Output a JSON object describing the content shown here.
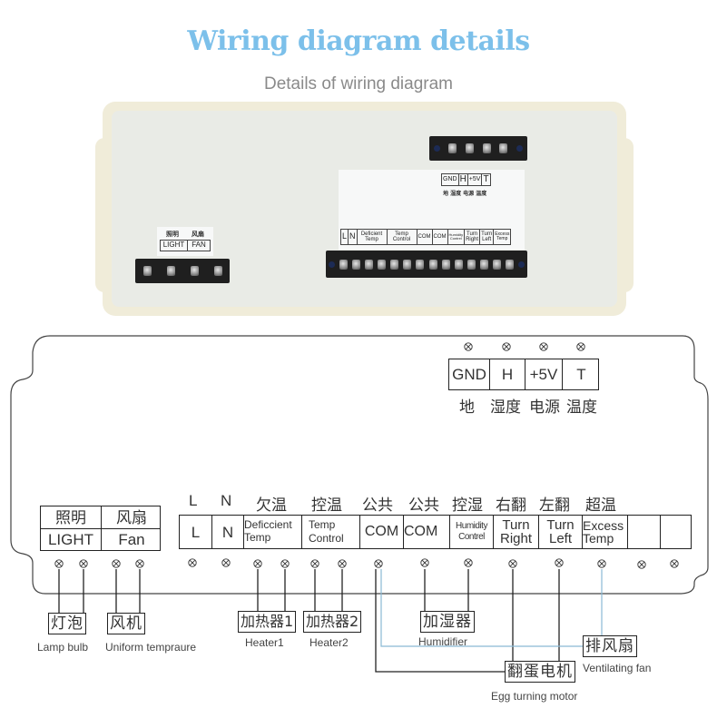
{
  "header": {
    "title": "Wiring diagram details",
    "subtitle": "Details of wiring diagram",
    "title_color": "#7cc0ea",
    "subtitle_color": "#8a8a8a"
  },
  "photo": {
    "left_label": {
      "cn": [
        "照明",
        "风扇"
      ],
      "en": [
        "LIGHT",
        "FAN"
      ]
    },
    "top_right_label": {
      "cells": [
        "GND",
        "H",
        "+5V",
        "T"
      ],
      "cn": "地 湿度 电源 温度"
    },
    "main_label": {
      "top": [
        "L",
        "N",
        "欠温",
        "控温",
        "公共",
        "公共",
        "控湿",
        "右翻",
        "左翻",
        "超温"
      ],
      "cells": [
        "L",
        "N",
        "Deficient Temp",
        "Temp Control",
        "COM",
        "COM",
        "Humidity Contrel",
        "Turn Right",
        "Turn Left",
        "Excess Temp"
      ]
    }
  },
  "sensor_block": {
    "cells": [
      "GND",
      "H",
      "+5V",
      "T"
    ],
    "cn_labels": [
      "地",
      "湿度",
      "电源",
      "温度"
    ]
  },
  "light_fan_block": {
    "cn": [
      "照明",
      "风扇"
    ],
    "en": [
      "LIGHT",
      "Fan"
    ]
  },
  "main_block": {
    "top_labels": [
      "L",
      "N",
      "欠温",
      "控温",
      "公共",
      "公共",
      "控湿",
      "右翻",
      "左翻",
      "超温"
    ],
    "cells": [
      {
        "line1": "L",
        "line2": ""
      },
      {
        "line1": "N",
        "line2": ""
      },
      {
        "line1": "Deficcient",
        "line2": "Temp"
      },
      {
        "line1": "Temp",
        "line2": "Control"
      },
      {
        "line1": "COM",
        "line2": ""
      },
      {
        "line1": "COM",
        "line2": ""
      },
      {
        "line1": "Humidity",
        "line2": "Contrel"
      },
      {
        "line1": "Turn",
        "line2": "Right"
      },
      {
        "line1": "Turn",
        "line2": "Left"
      },
      {
        "line1": "Excess",
        "line2": "Temp"
      },
      {
        "line1": "",
        "line2": ""
      },
      {
        "line1": "",
        "line2": ""
      }
    ]
  },
  "devices": [
    {
      "id": "lamp",
      "cn": "灯泡",
      "en": "Lamp bulb"
    },
    {
      "id": "fan",
      "cn": "风机",
      "en": "Uniform tempraure"
    },
    {
      "id": "heater1",
      "cn": "加热器1",
      "en": "Heater1"
    },
    {
      "id": "heater2",
      "cn": "加热器2",
      "en": "Heater2"
    },
    {
      "id": "humidifier",
      "cn": "加湿器",
      "en": "Humidifier"
    },
    {
      "id": "ventilating-fan",
      "cn": "排风扇",
      "en": "Ventilating fan"
    },
    {
      "id": "egg-motor",
      "cn": "翻蛋电机",
      "en": "Egg turning motor"
    }
  ],
  "icons": {
    "terminal": "circle-x-terminal-icon"
  },
  "colors": {
    "wire": "#222222",
    "wire_blue": "#8ab9d4",
    "outline": "#444444"
  }
}
